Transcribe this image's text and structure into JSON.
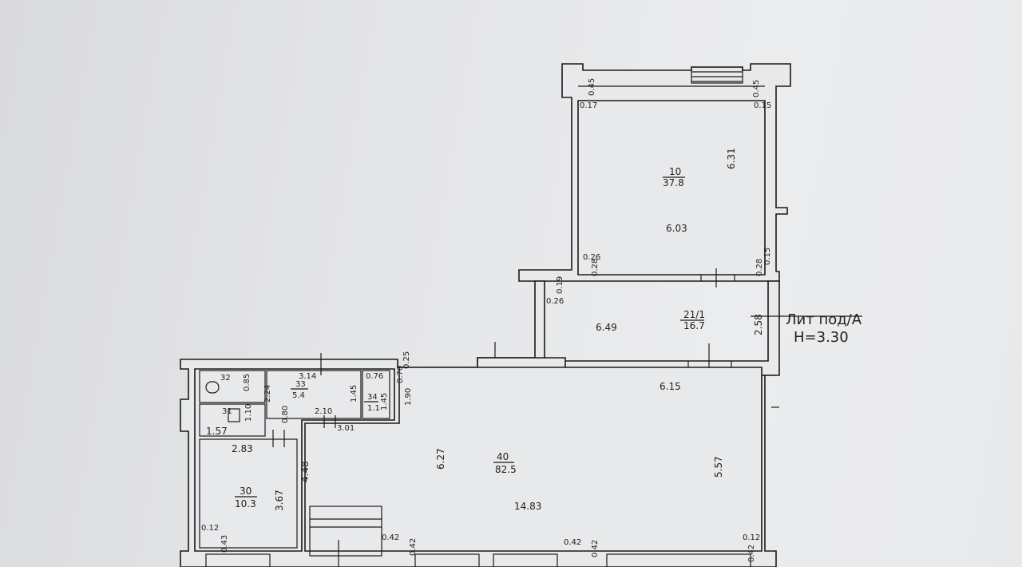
{
  "plan": {
    "title_line1": "Лит под/А",
    "title_line2": "Н=3.30"
  },
  "rooms": {
    "r10": {
      "num": "10",
      "area": "37.8"
    },
    "r21": {
      "num": "21/1",
      "area": "16.7"
    },
    "r40": {
      "num": "40",
      "area": "82.5"
    },
    "r30": {
      "num": "30",
      "area": "10.3"
    },
    "r33": {
      "num": "33",
      "area": "5.4"
    },
    "r34": {
      "num": "34",
      "area": "1.1"
    },
    "r32": {
      "num": "32"
    },
    "r31": {
      "num": "31"
    }
  },
  "dims": {
    "d_631": "6.31",
    "d_603": "6.03",
    "d_045a": "0.45",
    "d_017": "0.17",
    "d_045b": "0.45",
    "d_015a": "0.15",
    "d_026a": "0.26",
    "d_028a": "0.28",
    "d_028b": "0.28",
    "d_015b": "0.15",
    "d_019": "0.19",
    "d_026b": "0.26",
    "d_649": "6.49",
    "d_258": "2.58",
    "d_615": "6.15",
    "d_314": "3.14",
    "d_085": "0.85",
    "d_224": "2.24",
    "d_076": "0.76",
    "d_145a": "1.45",
    "d_145b": "1.45",
    "d_070": "0.70",
    "d_025": "0.25",
    "d_190": "1.90",
    "d_110": "1.10",
    "d_080": "0.80",
    "d_210": "2.10",
    "d_301": "3.01",
    "d_157": "1.57",
    "d_283": "2.83",
    "d_448": "4.48",
    "d_627": "6.27",
    "d_557": "5.57",
    "d_1483": "14.83",
    "d_367": "3.67",
    "d_012a": "0.12",
    "d_043": "0.43",
    "d_042a": "0.42",
    "d_042b": "0.42",
    "d_042c": "0.42",
    "d_042d": "0.42",
    "d_012b": "0.12",
    "d_042e": "0.42"
  }
}
